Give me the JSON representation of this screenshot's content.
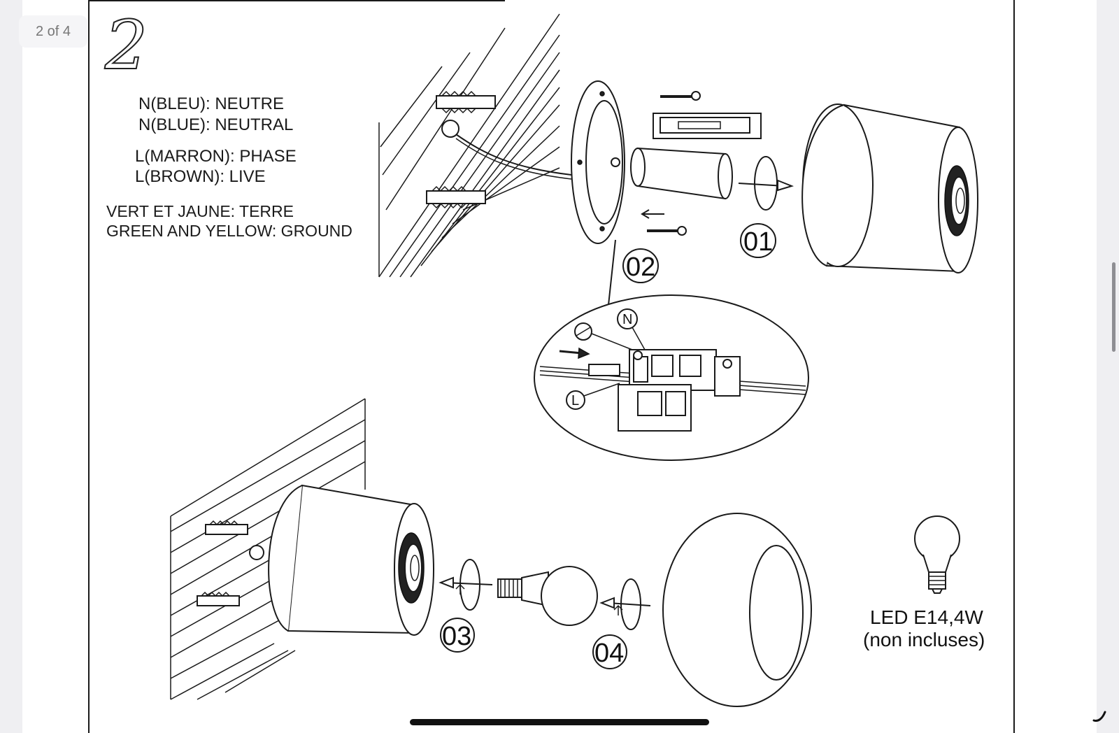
{
  "viewer": {
    "page_counter": "2 of 4"
  },
  "manual": {
    "step_number": "2",
    "wiring_legend": [
      "N(BLEU): NEUTRE",
      "N(BLUE): NEUTRAL",
      "L(MARRON): PHASE",
      "L(BROWN): LIVE",
      "VERT ET JAUNE: TERRE",
      "GREEN AND YELLOW: GROUND"
    ],
    "step_labels": [
      "01",
      "02",
      "03",
      "04"
    ],
    "callout_labels": {
      "neutral": "N",
      "live": "L"
    },
    "bulb_spec": {
      "line1": "LED E14,4W",
      "line2": "(non incluses)"
    }
  },
  "colors": {
    "background": "#efeff2",
    "page": "#ffffff",
    "line_art": "#1a1a1a",
    "counter_text": "#777777"
  }
}
